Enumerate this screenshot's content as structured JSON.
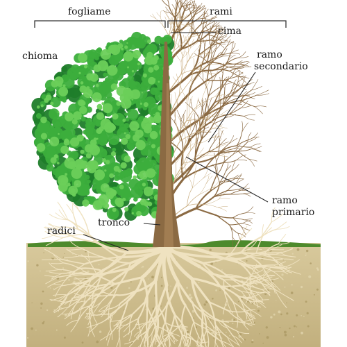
{
  "diagram": {
    "labels": {
      "fogliame": "fogliame",
      "rami": "rami",
      "cima": "cima",
      "chioma": "chioma",
      "ramo_secondario_1": "ramo",
      "ramo_secondario_2": "secondario",
      "ramo_primario_1": "ramo",
      "ramo_primario_2": "primario",
      "tronco": "tronco",
      "radici": "radici"
    },
    "colors": {
      "foliage": "#3cae3c",
      "foliage_light": "#6ccf5a",
      "foliage_dark": "#1f7d2a",
      "wood": "#8b6a43",
      "wood_light": "#c9ad80",
      "soil": "#c9b98a",
      "soil_light": "#ddd0a6",
      "grass": "#4d8a2c",
      "root": "#efe2c0",
      "leader_line": "#222222"
    },
    "icons": [
      "tree-illustration"
    ]
  }
}
